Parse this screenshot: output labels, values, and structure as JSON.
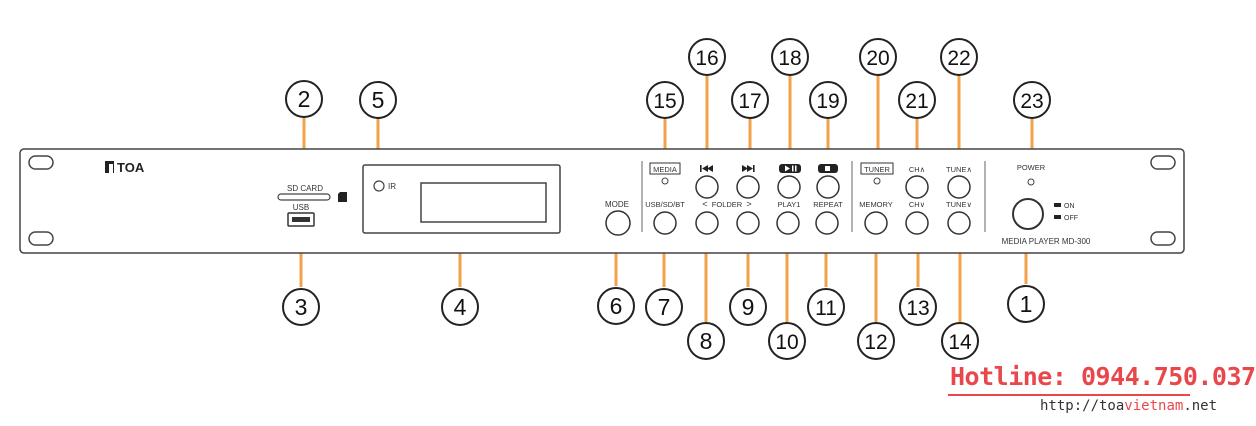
{
  "device": {
    "brand": "TOA",
    "model_label": "MEDIA PLAYER MD-300",
    "sd_card_label": "SD CARD",
    "usb_label": "USB",
    "ir_label": "IR",
    "mode_label": "MODE",
    "media_label": "MEDIA",
    "tuner_label": "TUNER",
    "power_label": "POWER",
    "on_label": "ON",
    "off_label": "OFF",
    "usb_sd_bt_label": "USB/SD/BT",
    "folder_label": "FOLDER",
    "play1_label": "PLAY1",
    "repeat_label": "REPEAT",
    "memory_label": "MEMORY",
    "ch_up_label": "CH∧",
    "ch_down_label": "CH∨",
    "tune_up_label": "TUNE∧",
    "tune_down_label": "TUNE∨"
  },
  "callouts": [
    "1",
    "2",
    "3",
    "4",
    "5",
    "6",
    "7",
    "8",
    "9",
    "10",
    "11",
    "12",
    "13",
    "14",
    "15",
    "16",
    "17",
    "18",
    "19",
    "20",
    "21",
    "22",
    "23"
  ],
  "colors": {
    "panel": "#444444",
    "leader": "#f2a24a",
    "hotline": "#e8474c"
  },
  "footer": {
    "hotline": "Hotline: 0944.750.037",
    "website_prefix": "http://toa",
    "website_highlight": "vietnam",
    "website_suffix": ".net"
  }
}
